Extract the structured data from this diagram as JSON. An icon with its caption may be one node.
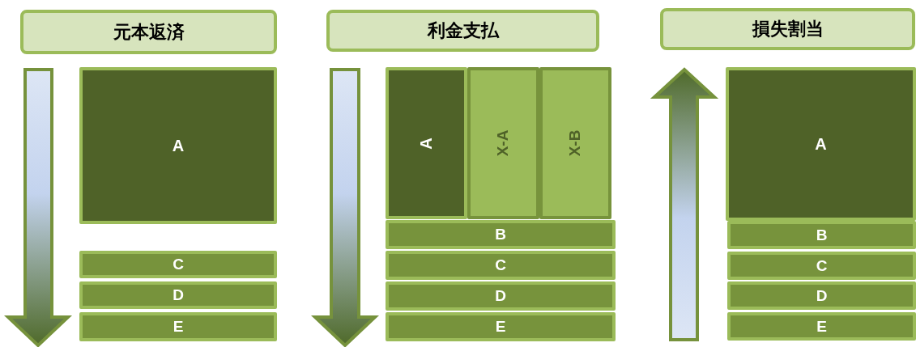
{
  "diagram": {
    "nodes": [
      {
        "text": [
          "元本返済"
        ]
      },
      {
        "text": [
          "A"
        ]
      },
      {
        "text": [
          "C"
        ]
      },
      {
        "text": [
          "D"
        ]
      },
      {
        "text": [
          "E"
        ]
      },
      {
        "text": [
          "利金支払"
        ]
      },
      {
        "text": [
          "A"
        ]
      },
      {
        "text": [
          "X-A"
        ]
      },
      {
        "text": [
          "X-B"
        ]
      },
      {
        "text": [
          "B"
        ]
      },
      {
        "text": [
          "C"
        ]
      },
      {
        "text": [
          "D"
        ]
      },
      {
        "text": [
          "E"
        ]
      },
      {
        "text": [
          "損失割当"
        ]
      },
      {
        "text": [
          "A"
        ]
      },
      {
        "text": [
          "B"
        ]
      },
      {
        "text": [
          "C"
        ]
      },
      {
        "text": [
          "D"
        ]
      },
      {
        "text": [
          "E"
        ]
      }
    ],
    "edges": []
  }
}
